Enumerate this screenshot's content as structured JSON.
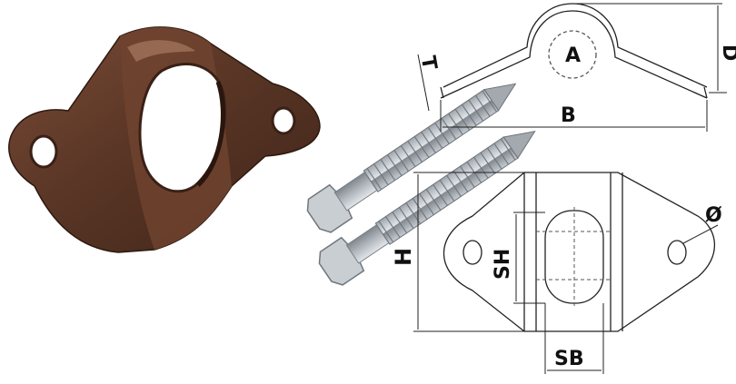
{
  "colors": {
    "bracket": "#5a3626",
    "bracket_dark": "#3a2016",
    "bracket_light": "#8a5a44",
    "screw": "#b9bec3",
    "screw_dark": "#7f868c",
    "line": "#222222",
    "dash": "#555555"
  },
  "side_view": {
    "labels": {
      "thickness": "T",
      "arc": "A",
      "height": "D",
      "width": "B"
    }
  },
  "top_view": {
    "labels": {
      "height": "H",
      "slot_height": "SH",
      "slot_width": "SB",
      "diameter": "Ø"
    }
  }
}
